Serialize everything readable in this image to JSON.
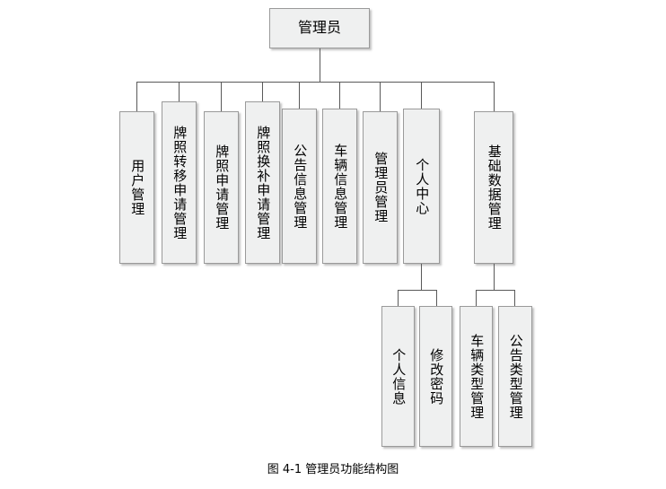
{
  "diagram": {
    "type": "tree-structure-chart",
    "caption": "图 4-1 管理员功能结构图",
    "root": {
      "label": "管理员"
    },
    "level2": [
      {
        "label": "用户管理"
      },
      {
        "label": "牌照转移申请管理"
      },
      {
        "label": "牌照申请管理"
      },
      {
        "label": "牌照换补申请管理"
      },
      {
        "label": "公告信息管理"
      },
      {
        "label": "车辆信息管理"
      },
      {
        "label": "管理员管理"
      },
      {
        "label": "个人中心"
      },
      {
        "label": "基础数据管理"
      }
    ],
    "level3_personal_center": [
      {
        "label": "个人信息"
      },
      {
        "label": "修改密码"
      }
    ],
    "level3_basic_data": [
      {
        "label": "车辆类型管理"
      },
      {
        "label": "公告类型管理"
      }
    ]
  },
  "colors": {
    "node_fill": "#eff0f0",
    "node_border": "#9a9a9a",
    "edge": "#595959",
    "text": "#000000",
    "background": "#ffffff"
  }
}
